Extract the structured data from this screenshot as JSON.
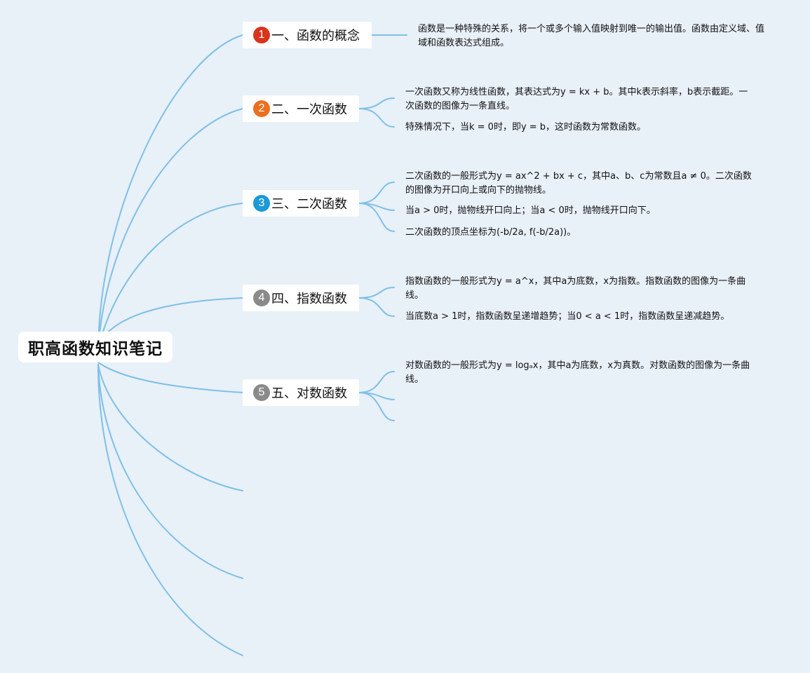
{
  "root": {
    "title": "职高函数知识笔记"
  },
  "colors": {
    "background": "#e8f0f8",
    "connector": "#7ec0e6",
    "num1": "#d9341d",
    "num2": "#ea7020",
    "num3": "#1a9ad6",
    "num4": "#8a8a8a",
    "num5": "#8a8a8a"
  },
  "topics": [
    {
      "number": "1",
      "label": "一、函数的概念",
      "notes": [
        "函数是一种特殊的关系，将一个或多个输入值映射到唯一的输出值。函数由定义域、值域和函数表达式组成。"
      ]
    },
    {
      "number": "2",
      "label": "二、一次函数",
      "notes": [
        "一次函数又称为线性函数，其表达式为y = kx + b。其中k表示斜率，b表示截距。一次函数的图像为一条直线。",
        "特殊情况下，当k = 0时，即y = b，这时函数为常数函数。"
      ]
    },
    {
      "number": "3",
      "label": "三、二次函数",
      "notes": [
        "二次函数的一般形式为y = ax^2 + bx + c，其中a、b、c为常数且a ≠ 0。二次函数的图像为开口向上或向下的抛物线。",
        "当a > 0时，抛物线开口向上；当a < 0时，抛物线开口向下。",
        "二次函数的顶点坐标为(-b/2a, f(-b/2a))。"
      ]
    },
    {
      "number": "4",
      "label": "四、指数函数",
      "notes": [
        "指数函数的一般形式为y = a^x，其中a为底数，x为指数。指数函数的图像为一条曲线。",
        "当底数a > 1时，指数函数呈递增趋势；当0 < a < 1时，指数函数呈递减趋势。"
      ]
    },
    {
      "number": "5",
      "label": "五、对数函数",
      "notes": [
        "对数函数的一般形式为y = logₐx，其中a为底数，x为真数。对数函数的图像为一条曲线。"
      ]
    }
  ]
}
